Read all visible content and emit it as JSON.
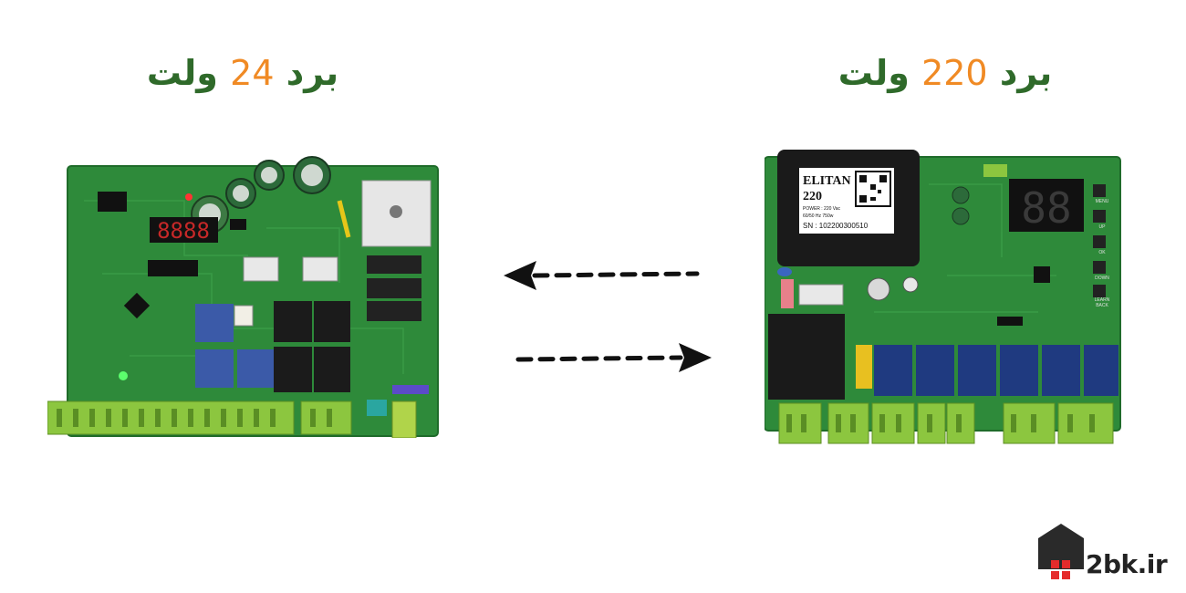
{
  "colors": {
    "title_text": "#2f6a2a",
    "title_number": "#f08a24",
    "pcb_green": "#2e8a3a",
    "terminal_green": "#8cc63f",
    "arrow": "#111111",
    "logo_dark": "#2a2a2a",
    "logo_red": "#e52b2b"
  },
  "left": {
    "title_word1": "برد",
    "title_number": "24",
    "title_word2": "ولت"
  },
  "right": {
    "title_word1": "برد",
    "title_number": "220",
    "title_word2": "ولت",
    "transformer_brand": "ELITAN",
    "transformer_model": "220",
    "transformer_power": "POWER : 220 Vac",
    "transformer_freq": "60/50 Hz  750w",
    "transformer_sn": "SN : 102200300510",
    "display_digits": "88",
    "button_labels": [
      "MENU",
      "UP",
      "OK",
      "DOWN",
      "LEARN",
      "BACK"
    ]
  },
  "left_display_digits": "8888",
  "arrows": [
    {
      "direction": "left",
      "icon": "arrow-left-icon"
    },
    {
      "direction": "right",
      "icon": "arrow-right-icon"
    }
  ],
  "logo": {
    "text": "2bk.ir"
  }
}
